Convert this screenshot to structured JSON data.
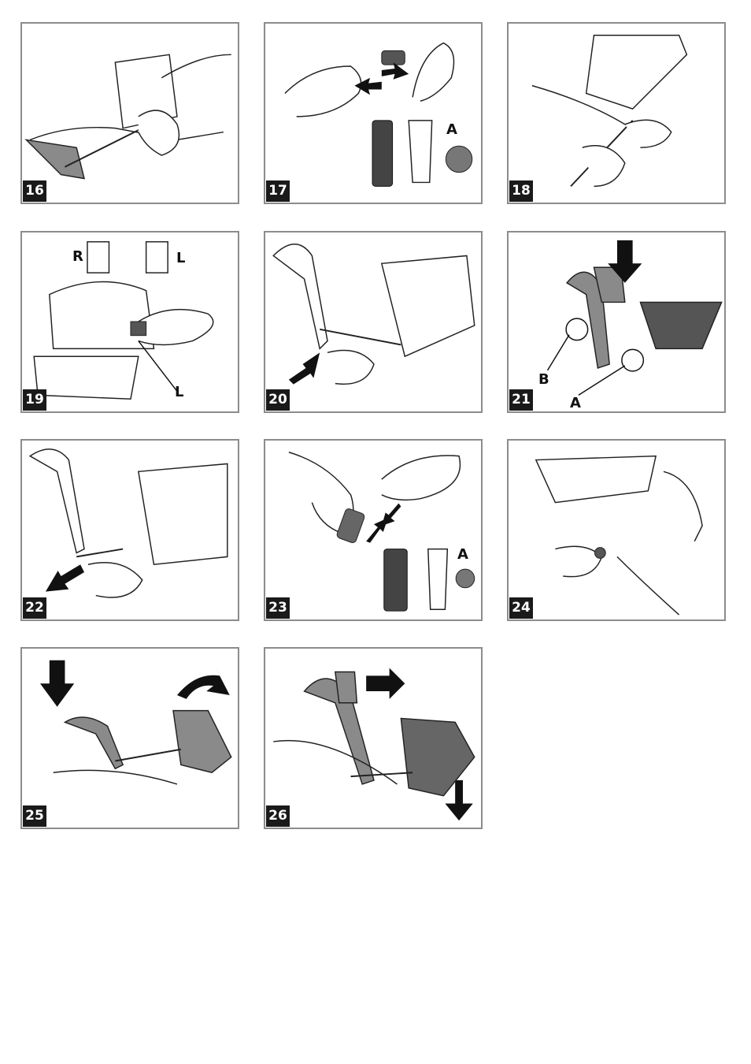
{
  "panels": [
    {
      "number": "16",
      "labels": []
    },
    {
      "number": "17",
      "labels": [
        "A"
      ]
    },
    {
      "number": "18",
      "labels": []
    },
    {
      "number": "19",
      "labels": [
        "R",
        "L",
        "L"
      ]
    },
    {
      "number": "20",
      "labels": []
    },
    {
      "number": "21",
      "labels": [
        "B",
        "A"
      ]
    },
    {
      "number": "22",
      "labels": []
    },
    {
      "number": "23",
      "labels": [
        "A"
      ]
    },
    {
      "number": "24",
      "labels": []
    },
    {
      "number": "25",
      "labels": []
    },
    {
      "number": "26",
      "labels": []
    }
  ],
  "icons": {
    "arrow": "filled-black-arrow-icon",
    "hand": "hand-icon",
    "star_washer": "star-washer-icon"
  },
  "colors": {
    "frame": "#8c8c8c",
    "badge": "#1a1a1a",
    "part_gray": "#8a8a8a"
  }
}
